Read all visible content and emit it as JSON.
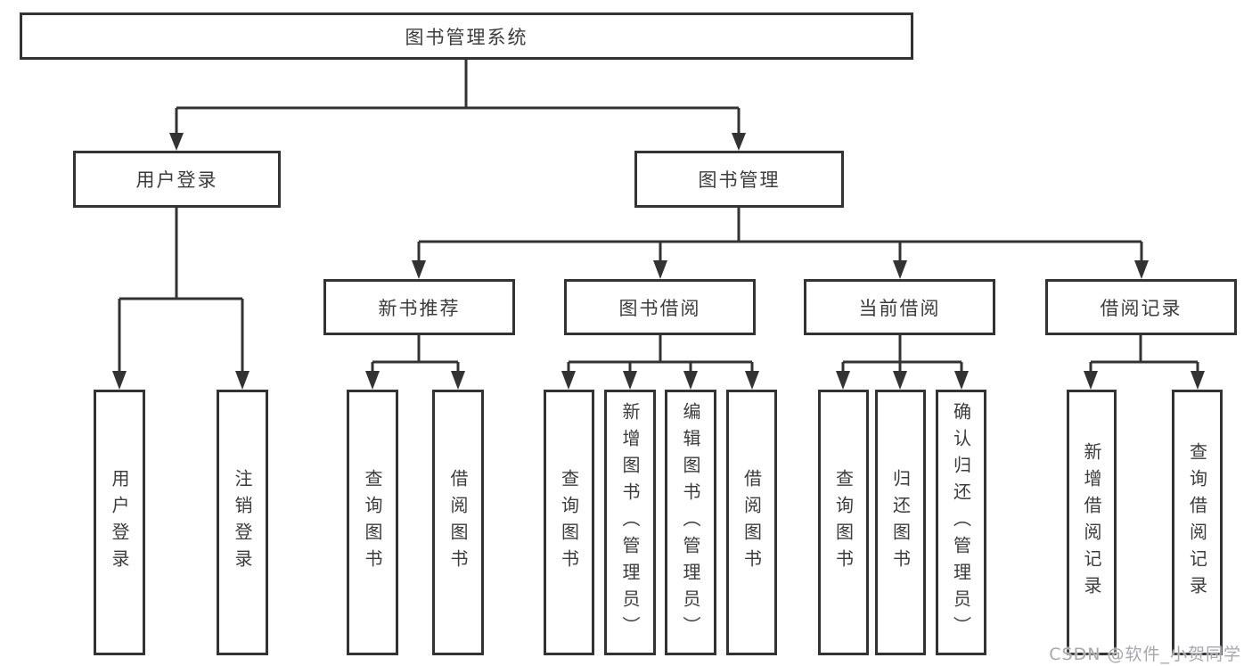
{
  "tree": {
    "root": {
      "label": "图书管理系统"
    },
    "branches": [
      {
        "label": "用户登录",
        "leaves": [
          {
            "label": "用户登录"
          },
          {
            "label": "注销登录"
          }
        ]
      },
      {
        "label": "图书管理",
        "groups": [
          {
            "label": "新书推荐",
            "leaves": [
              {
                "label": "查询图书"
              },
              {
                "label": "借阅图书"
              }
            ]
          },
          {
            "label": "图书借阅",
            "leaves": [
              {
                "label": "查询图书"
              },
              {
                "label": "新增图书（管理员）"
              },
              {
                "label": "编辑图书（管理员）"
              },
              {
                "label": "借阅图书"
              }
            ]
          },
          {
            "label": "当前借阅",
            "leaves": [
              {
                "label": "查询图书"
              },
              {
                "label": "归还图书"
              },
              {
                "label": "确认归还（管理员）"
              }
            ]
          },
          {
            "label": "借阅记录",
            "leaves": [
              {
                "label": "新增借阅记录"
              },
              {
                "label": "查询借阅记录"
              }
            ]
          }
        ]
      }
    ]
  },
  "watermark": {
    "text": "CSDN @软件_小贺同学"
  },
  "colors": {
    "line": "#333333",
    "box_border": "#333333",
    "box_fill": "#ffffff",
    "text": "#3c3c3c",
    "watermark_text": "#a7a7ad",
    "background": "#ffffff"
  }
}
